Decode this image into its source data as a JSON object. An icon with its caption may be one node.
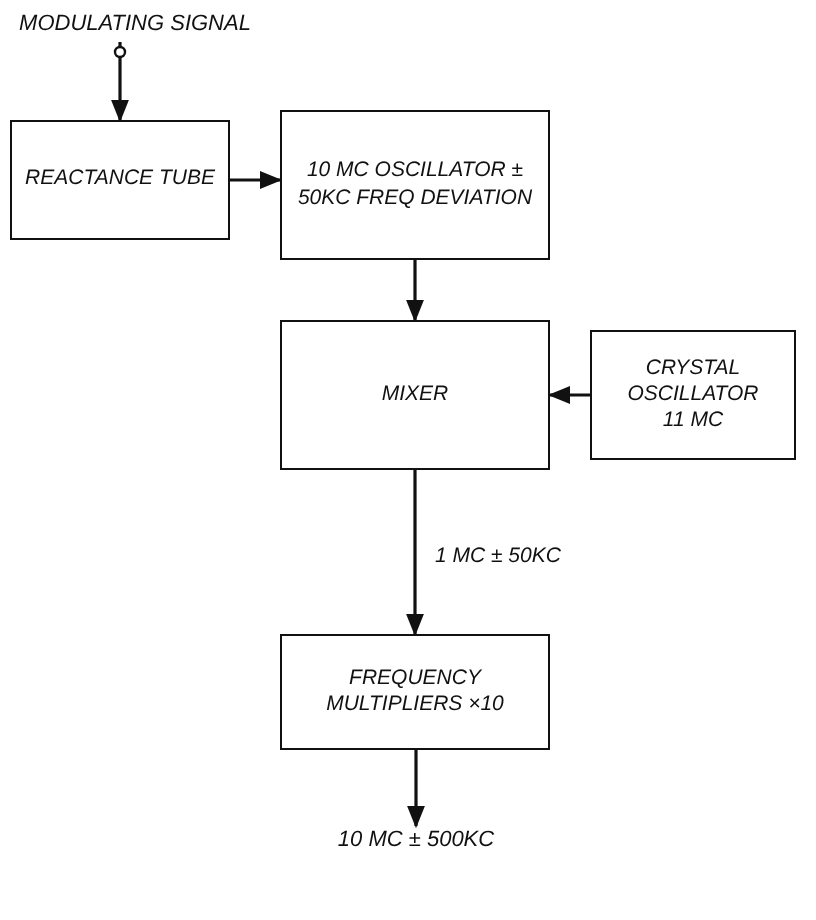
{
  "diagram": {
    "nodes": [
      {
        "text": [
          "MODULATING SIGNAL"
        ]
      },
      {
        "text": [
          "REACTANCE TUBE"
        ]
      },
      {
        "text": [
          "10 MC OSCILLATOR ± 50KC FREQ DEVIATION"
        ]
      },
      {
        "text": [
          "MIXER"
        ]
      },
      {
        "text": [
          "CRYSTAL OSCILLATOR 11 MC"
        ]
      },
      {
        "text": [
          "FREQUENCY MULTIPLIERS ×10"
        ]
      },
      {
        "text": [
          "10 MC ± 500KC"
        ]
      }
    ],
    "edges": [
      {
        "from": 0,
        "to": 1,
        "arrow": "to"
      },
      {
        "from": 1,
        "to": 2,
        "arrow": "to"
      },
      {
        "from": 2,
        "to": 3,
        "arrow": "to"
      },
      {
        "from": 4,
        "to": 3,
        "arrow": "to"
      },
      {
        "from": 3,
        "to": 5,
        "arrow": "to",
        "label": "1 MC ± 50KC"
      },
      {
        "from": 5,
        "to": 6,
        "arrow": "to"
      }
    ]
  }
}
